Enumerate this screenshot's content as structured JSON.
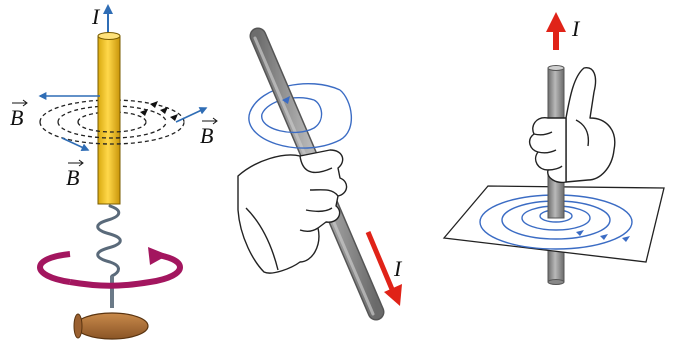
{
  "panels": [
    {
      "id": "corkscrew",
      "labels": {
        "current": "I",
        "field_left": "B",
        "field_right": "B",
        "field_bottom": "B"
      },
      "colors": {
        "wire": "#f2c21a",
        "field": "#2f6db5",
        "corkscrew_arrow": "#a3165f",
        "handle": "#a46a33"
      }
    },
    {
      "id": "rod-hand",
      "labels": {
        "current": "I"
      },
      "colors": {
        "rod": "#8e8e8e",
        "field": "#3b6cc4",
        "current_arrow": "#e02318"
      }
    },
    {
      "id": "rod-plane-hand",
      "labels": {
        "current": "I"
      },
      "colors": {
        "rod": "#8e8e8e",
        "field": "#3b6cc4",
        "current_arrow": "#e02318"
      }
    }
  ]
}
